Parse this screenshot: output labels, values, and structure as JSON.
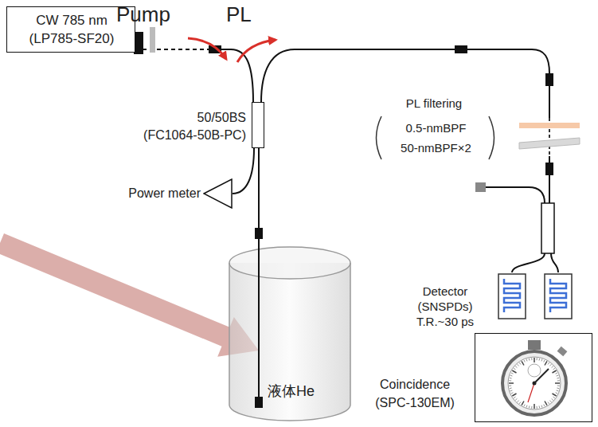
{
  "diagram": {
    "nodes": [
      {
        "text": [
          "CW 785 nm (LP785-SF20)"
        ]
      },
      {
        "text": [
          "50/50BS (FC1064-50B-PC)"
        ]
      },
      {
        "text": [
          "PL filtering",
          "0.5-nmBPF 50-nmBPF×2"
        ]
      },
      {
        "text": [
          "Power meter"
        ]
      },
      {
        "text": [
          "Detector (SNSPDs)",
          "T.R.~30 ps"
        ]
      },
      {
        "text": [
          "液体He"
        ]
      },
      {
        "text": [
          "Coincidence (SPC-130EM)"
        ]
      }
    ],
    "edges": [
      {
        "from": 0,
        "to": 1,
        "arrow": "none"
      },
      {
        "from": 1,
        "to": 2,
        "arrow": "none"
      },
      {
        "from": 1,
        "to": 3,
        "arrow": "none"
      },
      {
        "from": 1,
        "to": 5,
        "arrow": "none"
      },
      {
        "from": 2,
        "to": 4,
        "arrow": "none"
      }
    ],
    "labels": [
      "Pump",
      "PL"
    ]
  }
}
